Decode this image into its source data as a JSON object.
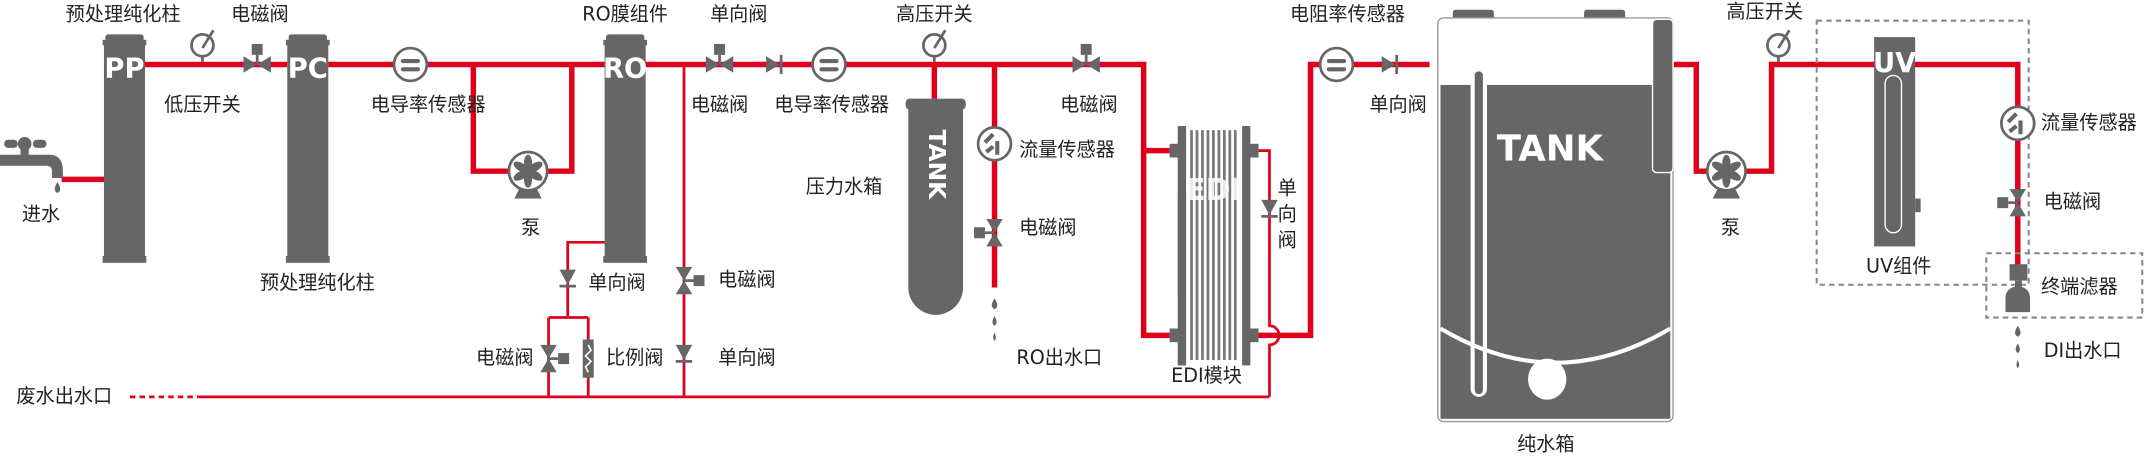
{
  "colors": {
    "pipe": "#e0001b",
    "equipment": "#666666",
    "background": "#ffffff"
  },
  "inlet": {
    "label": "进水",
    "icon": "faucet-icon"
  },
  "pp_column": {
    "top_label": "预处理纯化柱",
    "text": "PP"
  },
  "low_pressure_switch": {
    "label": "低压开关"
  },
  "solenoid_1": {
    "label": "电磁阀"
  },
  "pc_column": {
    "bottom_label": "预处理纯化柱",
    "text": "PC"
  },
  "conductivity_1": {
    "label": "电导率传感器"
  },
  "pump_1": {
    "label": "泵"
  },
  "ro_module": {
    "top_label": "RO膜组件",
    "text": "RO"
  },
  "ro_concentrate": {
    "check_valve": "单向阀",
    "solenoid": "电磁阀",
    "proportional": "比例阀"
  },
  "flush_line": {
    "solenoid": "电磁阀",
    "check_valve": "单向阀"
  },
  "waste_outlet": {
    "label": "废水出水口"
  },
  "permeate": {
    "solenoid": "电磁阀",
    "check_valve": "单向阀",
    "conductivity": "电导率传感器",
    "high_pressure_switch": "高压开关"
  },
  "pressure_tank": {
    "label": "压力水箱",
    "text": "TANK"
  },
  "ro_outlet_branch": {
    "flow_sensor": "流量传感器",
    "solenoid": "电磁阀",
    "outlet": "RO出水口"
  },
  "edi_feed_solenoid": {
    "label": "电磁阀"
  },
  "edi": {
    "text": "EDI",
    "label": "EDI模块",
    "check_valve": "单\n向\n阀",
    "check_chars": [
      "单",
      "向",
      "阀"
    ]
  },
  "resistivity": {
    "label": "电阻率传感器",
    "check_valve": "单向阀"
  },
  "pure_tank": {
    "text": "TANK",
    "label": "纯水箱"
  },
  "pump_2": {
    "label": "泵"
  },
  "high_pressure_switch_2": {
    "label": "高压开关"
  },
  "uv": {
    "text": "UV",
    "label": "UV组件"
  },
  "di_branch": {
    "flow_sensor": "流量传感器",
    "solenoid": "电磁阀",
    "filter": "终端滤器",
    "outlet": "DI出水口"
  }
}
